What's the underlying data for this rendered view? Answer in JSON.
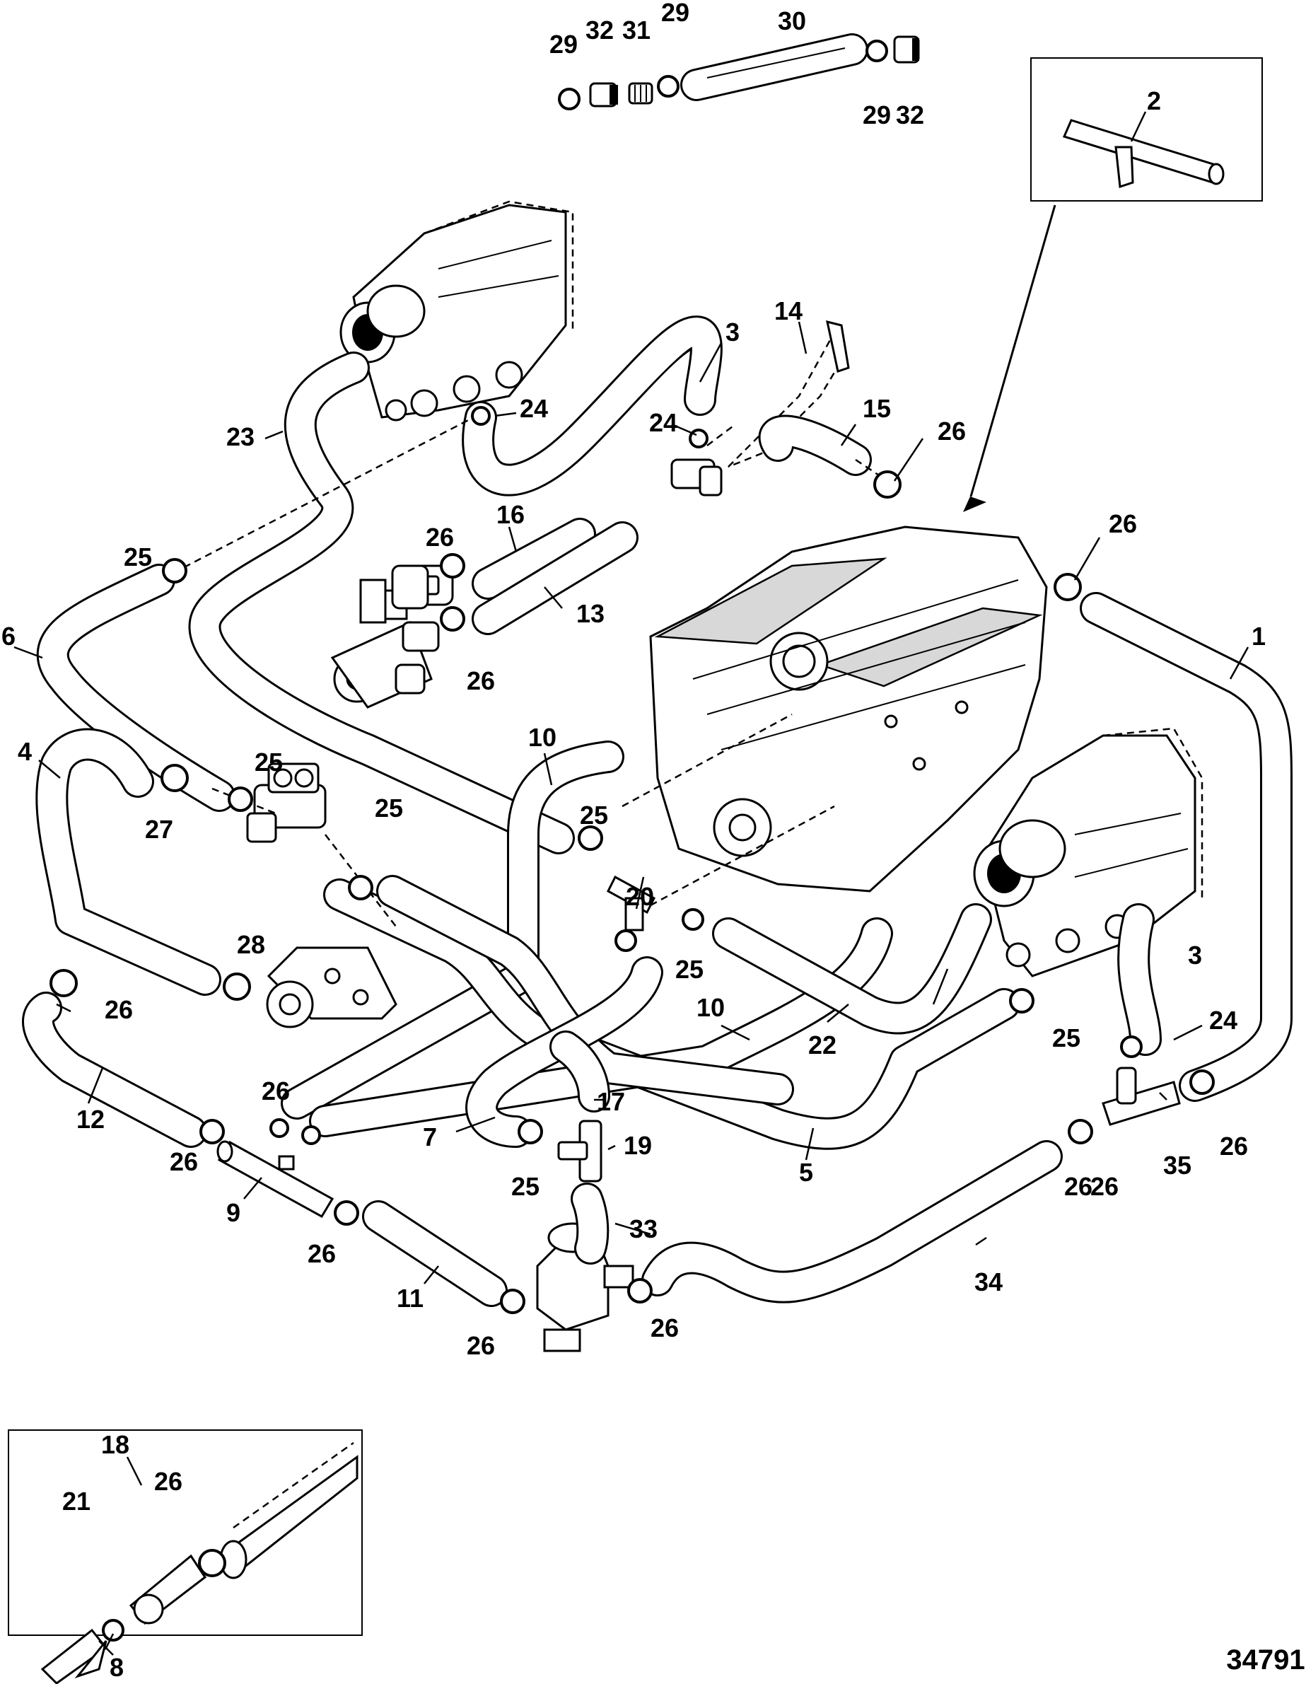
{
  "figure_number": "34791",
  "callouts": [
    {
      "id": "c1",
      "label": "1"
    },
    {
      "id": "c2",
      "label": "2"
    },
    {
      "id": "c3a",
      "label": "3"
    },
    {
      "id": "c3b",
      "label": "3"
    },
    {
      "id": "c4",
      "label": "4"
    },
    {
      "id": "c5",
      "label": "5"
    },
    {
      "id": "c6",
      "label": "6"
    },
    {
      "id": "c7",
      "label": "7"
    },
    {
      "id": "c8",
      "label": "8"
    },
    {
      "id": "c9",
      "label": "9"
    },
    {
      "id": "c10a",
      "label": "10"
    },
    {
      "id": "c10b",
      "label": "10"
    },
    {
      "id": "c11",
      "label": "11"
    },
    {
      "id": "c12",
      "label": "12"
    },
    {
      "id": "c13",
      "label": "13"
    },
    {
      "id": "c14",
      "label": "14"
    },
    {
      "id": "c15",
      "label": "15"
    },
    {
      "id": "c16",
      "label": "16"
    },
    {
      "id": "c17",
      "label": "17"
    },
    {
      "id": "c18",
      "label": "18"
    },
    {
      "id": "c19",
      "label": "19"
    },
    {
      "id": "c20",
      "label": "20"
    },
    {
      "id": "c21",
      "label": "21"
    },
    {
      "id": "c22",
      "label": "22"
    },
    {
      "id": "c23",
      "label": "23"
    },
    {
      "id": "c24a",
      "label": "24"
    },
    {
      "id": "c24b",
      "label": "24"
    },
    {
      "id": "c24c",
      "label": "24"
    },
    {
      "id": "c25a",
      "label": "25"
    },
    {
      "id": "c25b",
      "label": "25"
    },
    {
      "id": "c25c",
      "label": "25"
    },
    {
      "id": "c25d",
      "label": "25"
    },
    {
      "id": "c25e",
      "label": "25"
    },
    {
      "id": "c25f",
      "label": "25"
    },
    {
      "id": "c25g",
      "label": "25"
    },
    {
      "id": "c26a",
      "label": "26"
    },
    {
      "id": "c26b",
      "label": "26"
    },
    {
      "id": "c26c",
      "label": "26"
    },
    {
      "id": "c26d",
      "label": "26"
    },
    {
      "id": "c26e",
      "label": "26"
    },
    {
      "id": "c26f",
      "label": "26"
    },
    {
      "id": "c26g",
      "label": "26"
    },
    {
      "id": "c26h",
      "label": "26"
    },
    {
      "id": "c26i",
      "label": "26"
    },
    {
      "id": "c26j",
      "label": "26"
    },
    {
      "id": "c26k",
      "label": "26"
    },
    {
      "id": "c26l",
      "label": "26"
    },
    {
      "id": "c26m",
      "label": "26"
    },
    {
      "id": "c26n",
      "label": "26"
    },
    {
      "id": "c27",
      "label": "27"
    },
    {
      "id": "c28",
      "label": "28"
    },
    {
      "id": "c29a",
      "label": "29"
    },
    {
      "id": "c29b",
      "label": "29"
    },
    {
      "id": "c29c",
      "label": "29"
    },
    {
      "id": "c30",
      "label": "30"
    },
    {
      "id": "c31",
      "label": "31"
    },
    {
      "id": "c32a",
      "label": "32"
    },
    {
      "id": "c32b",
      "label": "32"
    },
    {
      "id": "c33",
      "label": "33"
    },
    {
      "id": "c34",
      "label": "34"
    },
    {
      "id": "c35",
      "label": "35"
    }
  ]
}
